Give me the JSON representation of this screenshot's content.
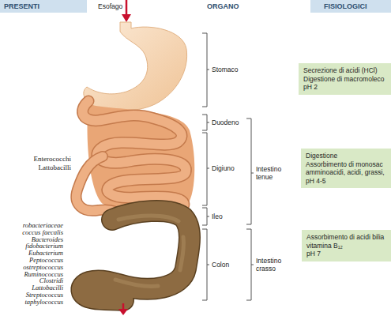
{
  "diagram": {
    "nodes": [
      {
        "text": [
          "PRESENTI"
        ]
      },
      {
        "text": [
          "FISIOLOGICI"
        ]
      },
      {
        "text": [
          "Secrezione di acidi (HCl)",
          "Digestione di macromoleco",
          "pH 2"
        ]
      },
      {
        "text": [
          "Digestione",
          "Assorbimento di monosac",
          "amminoacidi, acidi, grassi,",
          "pH 4-5"
        ]
      },
      {
        "text": [
          "Assorbimento di acidi bilia",
          "vitamina B₁₂",
          "pH 7"
        ]
      }
    ],
    "labels": [
      "Esofago",
      "ORGANO",
      "Stomaco",
      "Duodeno",
      "Digiuno",
      "Ileo",
      "Colon",
      "Intestino tenue",
      "Intestino crasso",
      "Enterococchi",
      "Lattobacilli",
      "robacteriaceae",
      "coccus faecalis",
      "Bacteroides",
      "fidobacterium",
      "Eubacterium",
      "Peptococcus",
      "ostreptococcus",
      "Ruminococcus",
      "Clostridi",
      "Lattobacilli",
      "Streptococcus",
      "taphylococcus"
    ]
  }
}
